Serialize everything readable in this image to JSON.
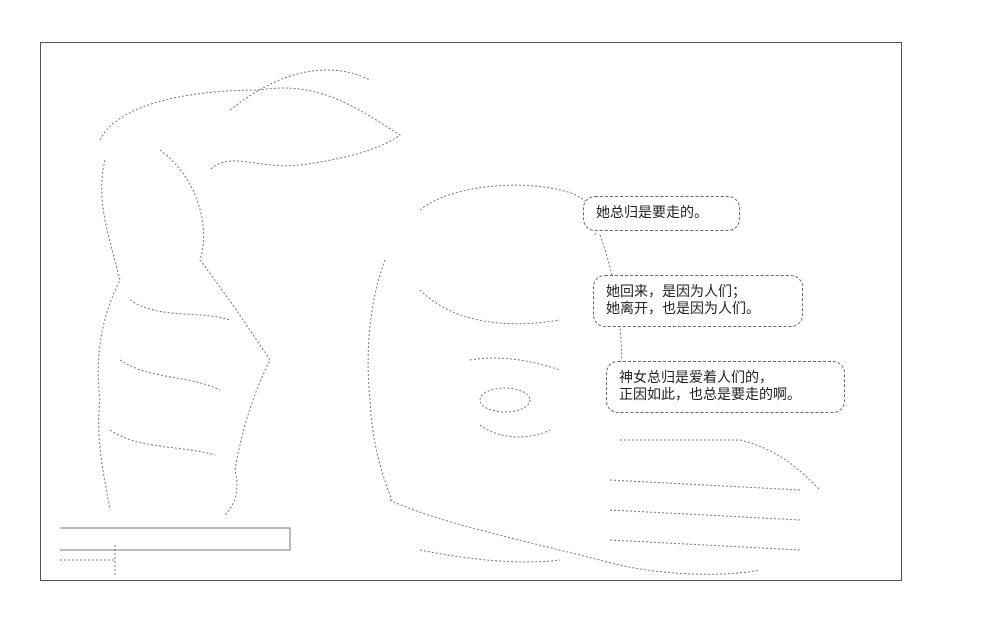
{
  "bubbles": [
    {
      "text": "她总归是要走的。"
    },
    {
      "text": "她回来，是因为人们；\n她离开，也是因为人们。"
    },
    {
      "text": "神女总归是爱着人们的，\n正因如此，也总是要走的啊。"
    }
  ]
}
